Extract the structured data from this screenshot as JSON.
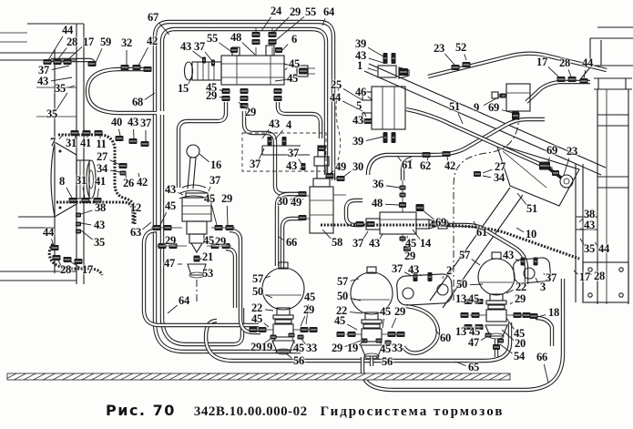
{
  "figure": {
    "label": "Рис. 70",
    "part_number": "342В.10.00.000-02",
    "title": "Гидросистема тормозов"
  },
  "colors": {
    "ink": "#1c1c1c",
    "paper": "#fdfdfb"
  },
  "callouts": [
    [
      "67",
      168,
      20,
      [
        186,
        38
      ]
    ],
    [
      "44",
      74,
      34,
      [
        53,
        66
      ]
    ],
    [
      "28",
      79,
      47,
      [
        63,
        66
      ]
    ],
    [
      "17",
      97,
      47,
      [
        74,
        66
      ]
    ],
    [
      "59",
      116,
      47,
      [
        104,
        71
      ]
    ],
    [
      "32",
      139,
      48,
      [
        139,
        71
      ]
    ],
    [
      "42",
      167,
      46,
      [
        152,
        72
      ]
    ],
    [
      "43",
      204,
      52,
      [
        222,
        64
      ]
    ],
    [
      "37",
      219,
      52,
      [
        233,
        67
      ]
    ],
    [
      "24",
      303,
      13,
      [
        287,
        34
      ]
    ],
    [
      "29",
      324,
      14,
      [
        300,
        36
      ]
    ],
    [
      "55",
      341,
      14,
      [
        303,
        44
      ]
    ],
    [
      "64",
      361,
      14,
      [
        354,
        28
      ]
    ],
    [
      "55",
      233,
      43,
      [
        253,
        56
      ]
    ],
    [
      "48",
      259,
      42,
      [
        280,
        60
      ]
    ],
    [
      "6",
      323,
      44,
      [
        309,
        56
      ]
    ],
    [
      "39",
      396,
      49,
      [
        421,
        62
      ]
    ],
    [
      "43",
      396,
      62,
      [
        421,
        69
      ]
    ],
    [
      "1",
      395,
      73,
      [
        414,
        78
      ]
    ],
    [
      "23",
      482,
      54,
      [
        499,
        71
      ]
    ],
    [
      "52",
      506,
      53,
      [
        512,
        66
      ]
    ],
    [
      "17",
      595,
      69,
      [
        613,
        84
      ]
    ],
    [
      "28",
      620,
      70,
      [
        627,
        84
      ]
    ],
    [
      "44",
      645,
      70,
      [
        641,
        86
      ]
    ],
    [
      "37",
      48,
      78,
      [
        76,
        72
      ]
    ],
    [
      "43",
      47,
      90,
      [
        79,
        85
      ]
    ],
    [
      "35",
      66,
      98,
      [
        82,
        94
      ]
    ],
    [
      "35",
      57,
      126,
      [
        74,
        102
      ]
    ],
    [
      "15",
      201,
      98,
      [
        211,
        85
      ]
    ],
    [
      "45",
      323,
      71,
      [
        313,
        77
      ]
    ],
    [
      "45",
      321,
      87,
      [
        302,
        89
      ]
    ],
    [
      "45",
      232,
      97,
      [
        245,
        100
      ]
    ],
    [
      "29",
      232,
      106,
      [
        245,
        107
      ]
    ],
    [
      "29",
      275,
      124,
      [
        262,
        112
      ]
    ],
    [
      "25",
      369,
      94,
      [
        398,
        110
      ]
    ],
    [
      "44",
      368,
      108,
      [
        398,
        122
      ]
    ],
    [
      "68",
      151,
      113,
      [
        170,
        102
      ]
    ],
    [
      "46",
      396,
      102,
      [
        409,
        110
      ]
    ],
    [
      "5",
      394,
      117,
      [
        402,
        128
      ]
    ],
    [
      "43",
      393,
      133,
      [
        402,
        134
      ]
    ],
    [
      "39",
      393,
      156,
      [
        421,
        150
      ]
    ],
    [
      "51",
      499,
      118,
      [
        508,
        136
      ]
    ],
    [
      "9",
      523,
      119,
      [
        554,
        103
      ]
    ],
    [
      "69",
      542,
      119,
      [
        563,
        124
      ]
    ],
    [
      "7",
      58,
      157,
      [
        70,
        147
      ]
    ],
    [
      "31",
      78,
      158,
      [
        83,
        149
      ]
    ],
    [
      "41",
      94,
      158,
      [
        96,
        149
      ]
    ],
    [
      "11",
      111,
      159,
      [
        110,
        149
      ]
    ],
    [
      "40",
      128,
      135,
      [
        132,
        149
      ]
    ],
    [
      "43",
      146,
      135,
      [
        147,
        152
      ]
    ],
    [
      "37",
      160,
      136,
      [
        160,
        155
      ]
    ],
    [
      "27",
      112,
      173,
      [
        132,
        181
      ]
    ],
    [
      "34",
      112,
      186,
      [
        132,
        189
      ]
    ],
    [
      "26",
      141,
      202,
      [
        138,
        192
      ]
    ],
    [
      "42",
      156,
      201,
      [
        152,
        190
      ]
    ],
    [
      "8",
      68,
      200,
      [
        79,
        217
      ]
    ],
    [
      "31",
      89,
      199,
      [
        93,
        217
      ]
    ],
    [
      "41",
      110,
      200,
      [
        107,
        217
      ]
    ],
    [
      "61",
      447,
      182,
      [
        436,
        171
      ]
    ],
    [
      "62",
      467,
      183,
      [
        470,
        172
      ]
    ],
    [
      "42",
      494,
      183,
      [
        491,
        172
      ]
    ],
    [
      "27",
      549,
      184,
      [
        530,
        190
      ]
    ],
    [
      "34",
      548,
      196,
      [
        530,
        193
      ]
    ],
    [
      "69",
      606,
      166,
      [
        601,
        182
      ]
    ],
    [
      "23",
      628,
      167,
      [
        619,
        192
      ]
    ],
    [
      "16",
      237,
      182,
      [
        219,
        169
      ]
    ],
    [
      "37",
      236,
      199,
      [
        229,
        210
      ]
    ],
    [
      "43",
      187,
      209,
      [
        201,
        214
      ]
    ],
    [
      "45",
      187,
      227,
      [
        176,
        247
      ]
    ],
    [
      "45",
      230,
      219,
      [
        238,
        247
      ]
    ],
    [
      "29",
      249,
      219,
      [
        250,
        247
      ]
    ],
    [
      "38",
      110,
      229,
      [
        89,
        235
      ]
    ],
    [
      "12",
      149,
      229,
      [
        141,
        222
      ]
    ],
    [
      "43",
      109,
      248,
      [
        89,
        245
      ]
    ],
    [
      "63",
      149,
      256,
      [
        166,
        244
      ]
    ],
    [
      "35",
      109,
      267,
      [
        89,
        253
      ]
    ],
    [
      "36",
      415,
      203,
      [
        439,
        206
      ]
    ],
    [
      "48",
      414,
      224,
      [
        438,
        225
      ]
    ],
    [
      "69",
      484,
      245,
      [
        463,
        230
      ]
    ],
    [
      "30",
      310,
      222,
      [
        330,
        214
      ]
    ],
    [
      "49",
      325,
      223,
      [
        333,
        218
      ]
    ],
    [
      "37",
      280,
      181,
      [
        290,
        163
      ]
    ],
    [
      "37",
      322,
      169,
      [
        331,
        180
      ]
    ],
    [
      "43",
      320,
      183,
      [
        331,
        186
      ]
    ],
    [
      "49",
      374,
      184,
      [
        362,
        191
      ]
    ],
    [
      "30",
      393,
      184,
      [
        376,
        195
      ]
    ],
    [
      "4",
      317,
      138,
      [
        302,
        153
      ]
    ],
    [
      "43",
      301,
      137,
      [
        288,
        152
      ]
    ],
    [
      "58",
      370,
      267,
      [
        354,
        252
      ]
    ],
    [
      "37",
      393,
      268,
      [
        404,
        254
      ]
    ],
    [
      "43",
      411,
      268,
      [
        420,
        257
      ]
    ],
    [
      "45",
      451,
      268,
      [
        447,
        259
      ]
    ],
    [
      "14",
      467,
      268,
      [
        453,
        252
      ]
    ],
    [
      "29",
      450,
      282,
      [
        447,
        273
      ]
    ],
    [
      "66",
      320,
      267,
      [
        306,
        260
      ]
    ],
    [
      "51",
      584,
      230,
      [
        568,
        212
      ]
    ],
    [
      "10",
      583,
      258,
      [
        567,
        250
      ]
    ],
    [
      "61",
      529,
      256,
      [
        520,
        243
      ]
    ],
    [
      "38",
      647,
      236,
      [
        636,
        244
      ]
    ],
    [
      "43",
      647,
      248,
      [
        637,
        252
      ]
    ],
    [
      "35",
      647,
      274,
      [
        637,
        262
      ]
    ],
    [
      "44",
      663,
      274,
      [
        653,
        266
      ]
    ],
    [
      "17",
      642,
      305,
      [
        630,
        297
      ]
    ],
    [
      "28",
      658,
      304,
      [
        645,
        299
      ]
    ],
    [
      "44",
      53,
      256,
      [
        59,
        270
      ]
    ],
    [
      "28",
      72,
      297,
      [
        63,
        284
      ]
    ],
    [
      "17",
      96,
      297,
      [
        75,
        286
      ]
    ],
    [
      "64",
      202,
      331,
      [
        184,
        344
      ]
    ],
    [
      "57",
      283,
      307,
      [
        297,
        303
      ]
    ],
    [
      "50",
      283,
      321,
      [
        299,
        327
      ]
    ],
    [
      "22",
      282,
      339,
      [
        300,
        341
      ]
    ],
    [
      "45",
      282,
      351,
      [
        295,
        359
      ]
    ],
    [
      "45",
      340,
      327,
      [
        336,
        356
      ]
    ],
    [
      "29",
      339,
      341,
      [
        330,
        358
      ]
    ],
    [
      "29",
      281,
      382,
      [
        297,
        372
      ]
    ],
    [
      "19",
      293,
      382,
      [
        304,
        369
      ]
    ],
    [
      "45",
      328,
      383,
      [
        321,
        371
      ]
    ],
    [
      "33",
      342,
      383,
      [
        331,
        372
      ]
    ],
    [
      "56",
      328,
      397,
      [
        314,
        388
      ]
    ],
    [
      "57",
      376,
      310,
      [
        394,
        306
      ]
    ],
    [
      "50",
      376,
      326,
      [
        396,
        330
      ]
    ],
    [
      "22",
      375,
      342,
      [
        398,
        344
      ]
    ],
    [
      "45",
      373,
      353,
      [
        392,
        362
      ]
    ],
    [
      "45",
      423,
      343,
      [
        420,
        360
      ]
    ],
    [
      "29",
      439,
      343,
      [
        430,
        360
      ]
    ],
    [
      "29",
      370,
      383,
      [
        396,
        374
      ]
    ],
    [
      "19",
      387,
      383,
      [
        402,
        372
      ]
    ],
    [
      "45",
      423,
      384,
      [
        418,
        376
      ]
    ],
    [
      "33",
      436,
      383,
      [
        427,
        377
      ]
    ],
    [
      "56",
      425,
      398,
      [
        412,
        391
      ]
    ],
    [
      "37",
      436,
      296,
      [
        452,
        303
      ]
    ],
    [
      "43",
      454,
      297,
      [
        462,
        303
      ]
    ],
    [
      "2",
      493,
      298,
      [
        486,
        306
      ]
    ],
    [
      "60",
      489,
      372,
      [
        478,
        362
      ]
    ],
    [
      "65",
      520,
      404,
      [
        500,
        397
      ]
    ],
    [
      "57",
      510,
      281,
      [
        527,
        291
      ]
    ],
    [
      "50",
      507,
      313,
      [
        530,
        312
      ]
    ],
    [
      "13",
      506,
      329,
      [
        513,
        331
      ]
    ],
    [
      "45",
      520,
      329,
      [
        527,
        332
      ]
    ],
    [
      "13",
      506,
      365,
      [
        513,
        360
      ]
    ],
    [
      "45",
      521,
      365,
      [
        527,
        359
      ]
    ],
    [
      "47",
      520,
      377,
      [
        535,
        369
      ]
    ],
    [
      "43",
      558,
      281,
      [
        570,
        287
      ]
    ],
    [
      "37",
      605,
      306,
      [
        597,
        300
      ]
    ],
    [
      "3",
      596,
      316,
      [
        588,
        305
      ]
    ],
    [
      "22",
      572,
      316,
      [
        556,
        322
      ]
    ],
    [
      "29",
      571,
      329,
      [
        560,
        334
      ]
    ],
    [
      "45",
      570,
      367,
      [
        556,
        349
      ]
    ],
    [
      "20",
      571,
      378,
      [
        551,
        362
      ]
    ],
    [
      "54",
      570,
      392,
      [
        549,
        378
      ]
    ],
    [
      "66",
      595,
      393,
      [
        602,
        420
      ]
    ],
    [
      "18",
      608,
      344,
      [
        590,
        348
      ]
    ],
    [
      "21",
      228,
      283,
      [
        222,
        284
      ]
    ],
    [
      "47",
      186,
      290,
      [
        200,
        290
      ]
    ],
    [
      "53",
      228,
      301,
      [
        220,
        299
      ]
    ],
    [
      "45",
      229,
      265,
      [
        238,
        268
      ]
    ],
    [
      "29",
      242,
      266,
      [
        249,
        269
      ]
    ],
    [
      "29",
      187,
      265,
      [
        179,
        268
      ]
    ]
  ]
}
